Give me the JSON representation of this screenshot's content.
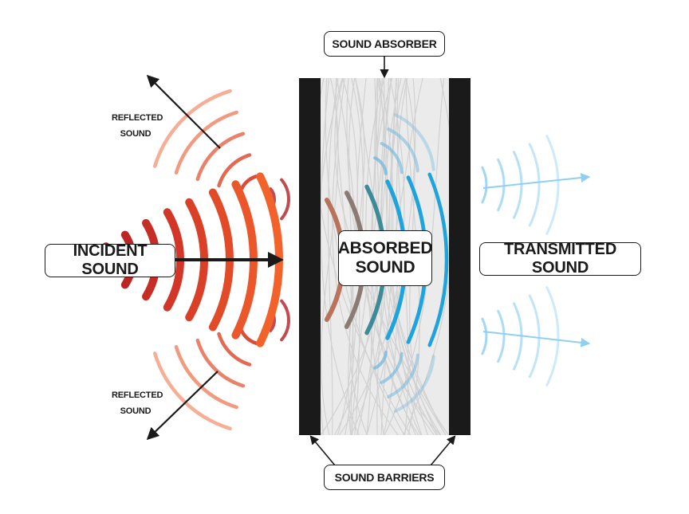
{
  "labels": {
    "sound_absorber": "SOUND ABSORBER",
    "sound_barriers": "SOUND BARRIERS",
    "incident_sound": "INCIDENT SOUND",
    "transmitted_sound": "TRANSMITTED SOUND",
    "absorbed_sound_line1": "ABSORBED",
    "absorbed_sound_line2": "SOUND",
    "reflected_top_line1": "REFLECTED",
    "reflected_top_line2": "SOUND",
    "reflected_bottom_line1": "REFLECTED",
    "reflected_bottom_line2": "SOUND"
  },
  "colors": {
    "incident_dark": "#b01e24",
    "incident_mid": "#d63a26",
    "incident_light": "#f3622b",
    "reflected": "#ef7446",
    "absorbed_brown": "#b8735a",
    "absorbed_gray": "#8b7b72",
    "absorbed_teal": "#3d8a98",
    "absorbed_blue": "#1ea3dc",
    "transmitted": "#8fd0f1",
    "barrier": "#1a1a1a",
    "absorber_fill": "#e8e8e8"
  }
}
